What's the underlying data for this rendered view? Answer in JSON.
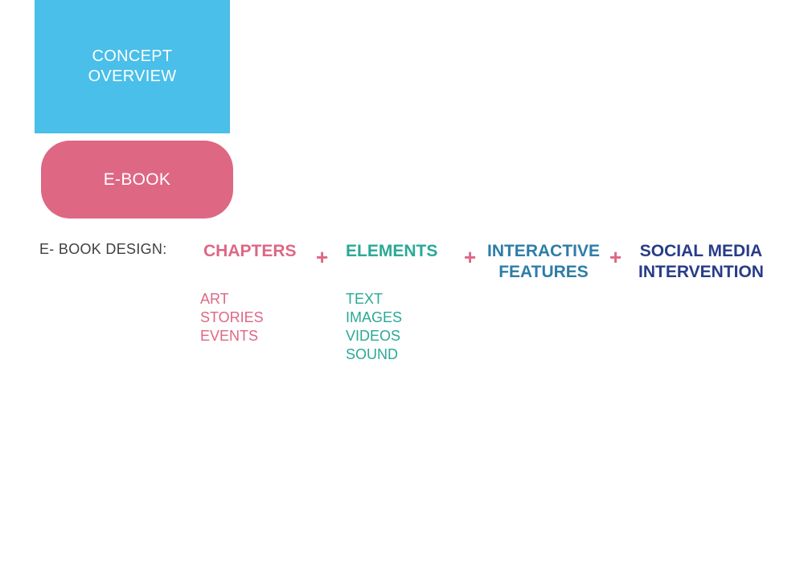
{
  "concept": {
    "line1": "CONCEPT",
    "line2": "OVERVIEW"
  },
  "ebook": {
    "label": "E-BOOK"
  },
  "design": {
    "label": "E- BOOK DESIGN:",
    "plus": "+",
    "chapters": {
      "title": "CHAPTERS",
      "items": [
        "ART",
        "STORIES",
        "EVENTS"
      ]
    },
    "elements": {
      "title": "ELEMENTS",
      "items": [
        "TEXT",
        "IMAGES",
        "VIDEOS",
        "SOUND"
      ]
    },
    "interactive": {
      "line1": "INTERACTIVE",
      "line2": "FEATURES"
    },
    "social": {
      "line1": "SOCIAL MEDIA",
      "line2": "INTERVENTION"
    }
  },
  "colors": {
    "concept_box": "#49bfe9",
    "ebook_box": "#de6784",
    "chapters": "#de6784",
    "elements": "#2aa996",
    "interactive": "#2e7da8",
    "social": "#283c88"
  }
}
